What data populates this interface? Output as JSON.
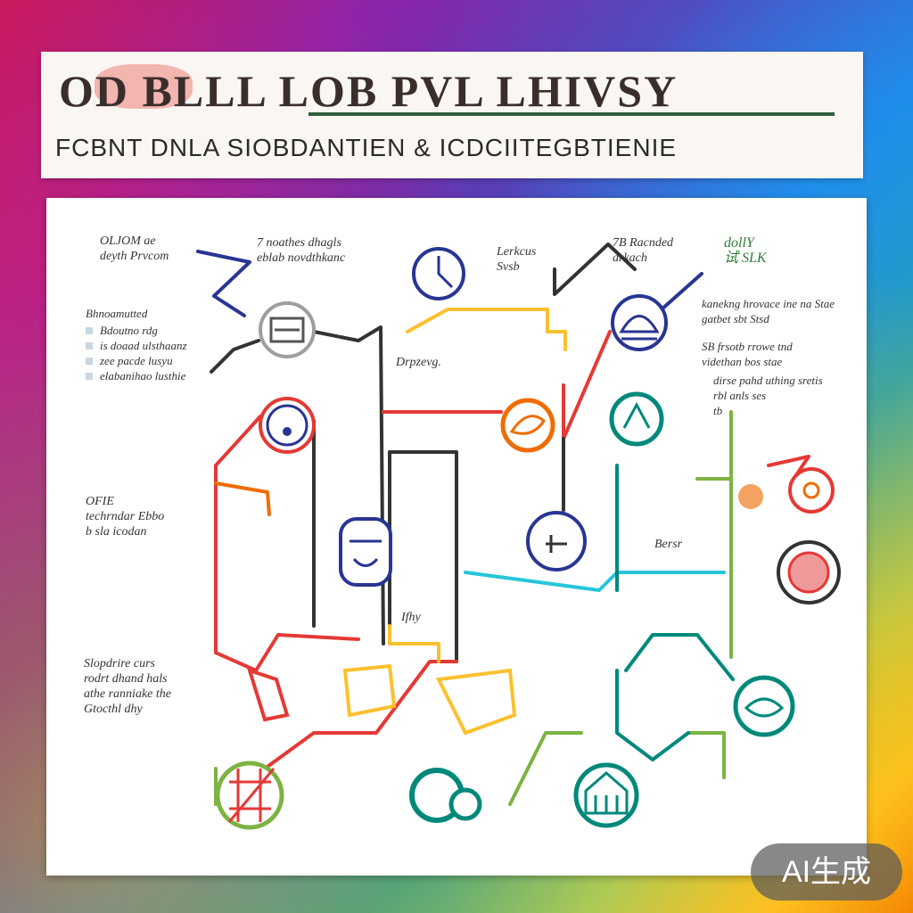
{
  "header": {
    "title": "OD BLLL LOB PVL LHIVSY",
    "subtitle": "FCBNT DNLA SIOBDANTIEN & ICDCIITEGBTIENIE"
  },
  "legend": {
    "title": "Bhnoamutted",
    "items": [
      "Bdoutno rdg",
      "is doaad ulsthaanz",
      "zee pacde lusyu",
      "elabanihao lusthie"
    ]
  },
  "notes": {
    "top_left": "OLJOM  ae\ndeyth Prvcom",
    "top_center": "7 noathes dhagls\neblab novdthkanc",
    "top_right_a": "Lerkcus\nSvsb",
    "top_right_b": "7B Racnded\narkach",
    "top_right_c": "dollY\n试 SLK",
    "right_1": "kanekng hrovace ine na Stae\ngatbet sbt Stsd",
    "right_2": "SB frsotb rrowe tnd\nvidethan bos stae",
    "right_3": "dirse pahd uthing sretis\nrbl anls ses\ntb",
    "mid_center": "Drpzevg.",
    "mid_left": "OFIE\ntechrndar Ebbo\nb sla icodan",
    "mid_right": "Bersr",
    "lower_center": "Ifhy",
    "lower_left": "Slopdrire curs\nrodrt dhand hals\nathe ranniake the\nGtocthl dhy"
  },
  "watermark": "AI生成",
  "colors": {
    "red": "#e53935",
    "orange": "#ef6c00",
    "yellow": "#fbc02d",
    "green": "#7cb342",
    "teal": "#00897b",
    "navy": "#283593",
    "dark": "#333333"
  },
  "icons": [
    "clock-icon",
    "gauge-icon",
    "dome-icon",
    "face-icon",
    "leaf-icon",
    "arrow-up-icon",
    "robot-face-icon",
    "pin-icon",
    "flower-icon",
    "dish-icon",
    "hands-icon",
    "teal-eye-icon",
    "grid-icon",
    "gears-icon",
    "building-icon"
  ]
}
